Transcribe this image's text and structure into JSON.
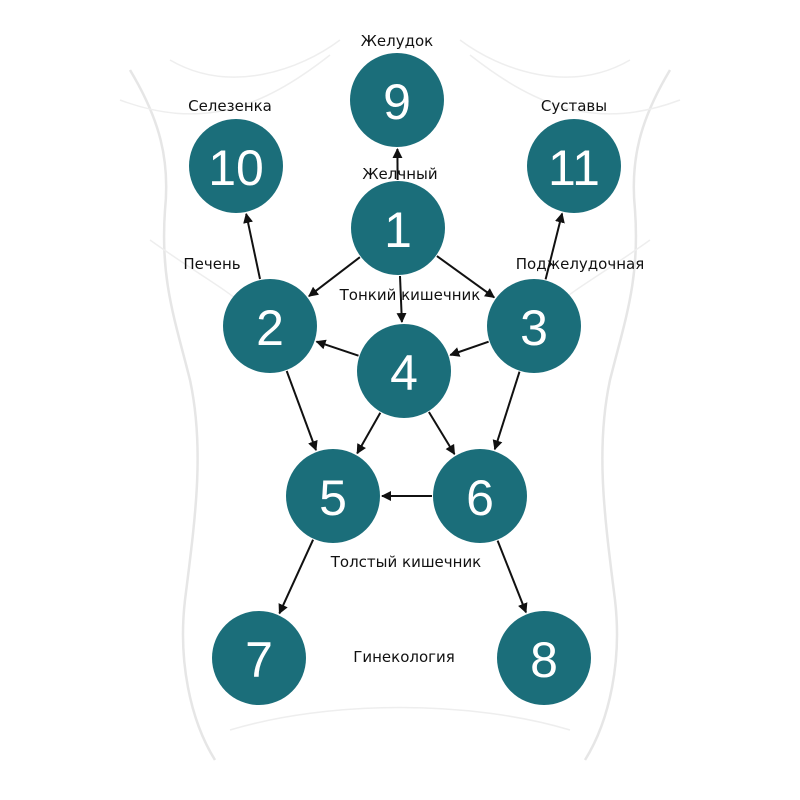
{
  "labels": {
    "stomach": "Желудок",
    "spleen": "Селезенка",
    "joints": "Суставы",
    "gallbladder": "Желчный",
    "liver": "Печень",
    "pancreas": "Поджелудочная",
    "small_intestine": "Тонкий кишечник",
    "large_intestine": "Толстый кишечник",
    "gynecology": "Гинекология"
  },
  "nodes": [
    {
      "id": "1",
      "text": "1"
    },
    {
      "id": "2",
      "text": "2"
    },
    {
      "id": "3",
      "text": "3"
    },
    {
      "id": "4",
      "text": "4"
    },
    {
      "id": "5",
      "text": "5"
    },
    {
      "id": "6",
      "text": "6"
    },
    {
      "id": "7",
      "text": "7"
    },
    {
      "id": "8",
      "text": "8"
    },
    {
      "id": "9",
      "text": "9"
    },
    {
      "id": "10",
      "text": "10"
    },
    {
      "id": "11",
      "text": "11"
    }
  ],
  "edges": [
    {
      "from": "1",
      "to": "9"
    },
    {
      "from": "1",
      "to": "2"
    },
    {
      "from": "1",
      "to": "3"
    },
    {
      "from": "1",
      "to": "4"
    },
    {
      "from": "2",
      "to": "10"
    },
    {
      "from": "3",
      "to": "11"
    },
    {
      "from": "4",
      "to": "2"
    },
    {
      "from": "3",
      "to": "4"
    },
    {
      "from": "2",
      "to": "5"
    },
    {
      "from": "4",
      "to": "5"
    },
    {
      "from": "4",
      "to": "6"
    },
    {
      "from": "3",
      "to": "6"
    },
    {
      "from": "6",
      "to": "5"
    },
    {
      "from": "5",
      "to": "7"
    },
    {
      "from": "6",
      "to": "8"
    }
  ],
  "colors": {
    "node_fill": "#1b6e7a",
    "node_text": "#ffffff",
    "edge": "#111111",
    "torso_outline": "#e6e6e6"
  }
}
